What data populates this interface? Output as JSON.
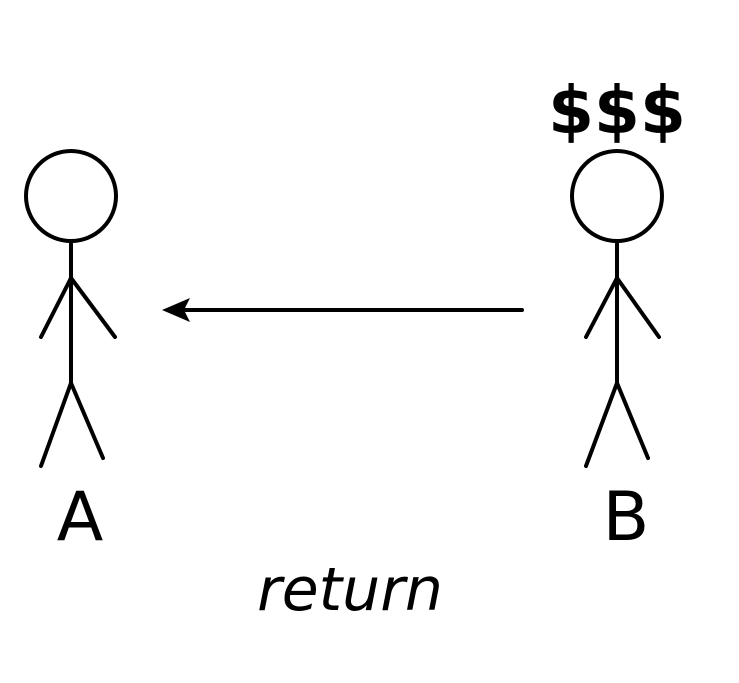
{
  "diagram": {
    "person_a": {
      "label": "A"
    },
    "person_b": {
      "label": "B",
      "money": "$$$"
    },
    "arrow": {
      "direction": "from B to A",
      "label": "return"
    },
    "colors": {
      "ink": "#000000",
      "background": "#ffffff"
    }
  }
}
